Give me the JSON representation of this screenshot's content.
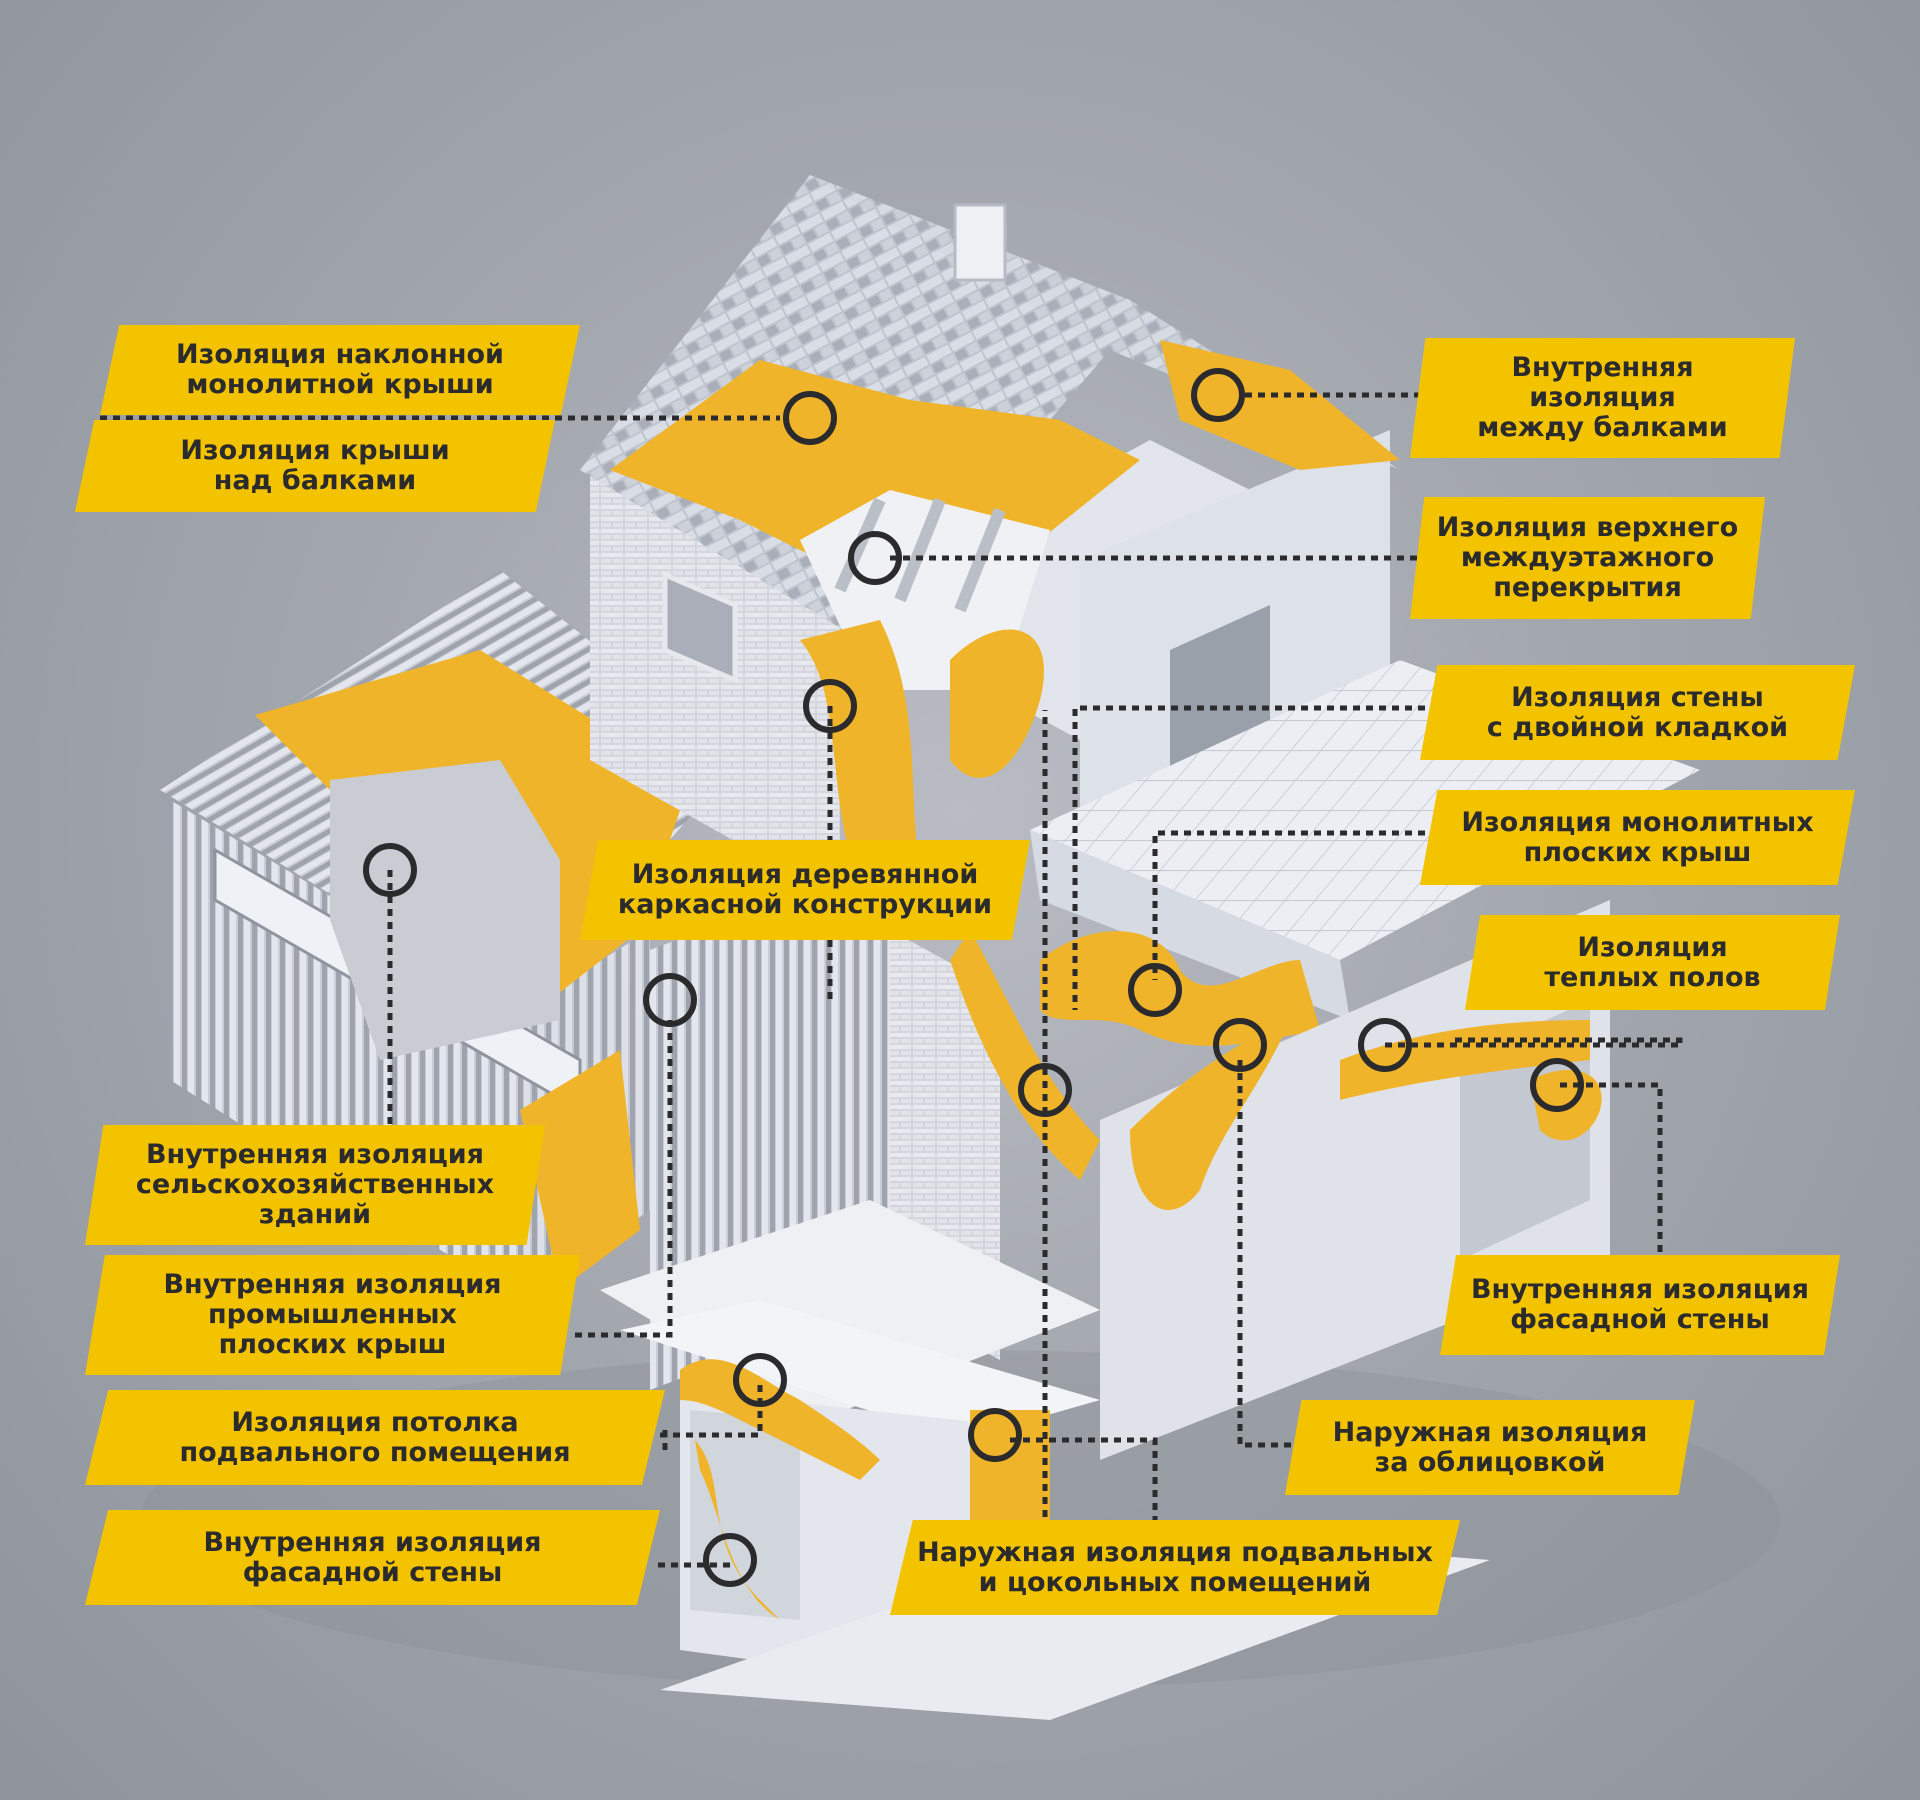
{
  "colors": {
    "background": "#a3a7ae",
    "label_fill": "#f3c300",
    "insulation": "#f0b42a",
    "wall": "#e4e7ee",
    "wall_shade": "#c7cbd4",
    "roof_tile": "#b9bec8",
    "leader": "#2b2b2d"
  },
  "labels": {
    "roof_pitched_monolithic": "Изоляция наклонной\nмонолитной крыши",
    "roof_over_beams": "Изоляция крыши\nнад балками",
    "between_beams": "Внутренняя\nизоляция\nмежду балками",
    "upper_floor_slab": "Изоляция верхнего\nмеждуэтажного\nперекрытия",
    "double_masonry_wall": "Изоляция стены\nс двойной кладкой",
    "monolithic_flat_roofs": "Изоляция монолитных\nплоских крыш",
    "warm_floors": "Изоляция\nтеплых полов",
    "timber_frame": "Изоляция деревянной\nкаркасной конструкции",
    "agricultural_buildings": "Внутренняя изоляция\nсельскохозяйственных\nзданий",
    "industrial_flat_roofs": "Внутренняя изоляция\nпромышленных\nплоских крыш",
    "basement_ceiling": "Изоляция потолка\nподвального помещения",
    "facade_wall_left": "Внутренняя изоляция\nфасадной стены",
    "facade_wall_right": "Внутренняя изоляция\nфасадной стены",
    "behind_cladding": "Наружная изоляция\nза облицовкой",
    "basement_plinth": "Наружная изоляция подвальных\nи цокольных помещений"
  }
}
